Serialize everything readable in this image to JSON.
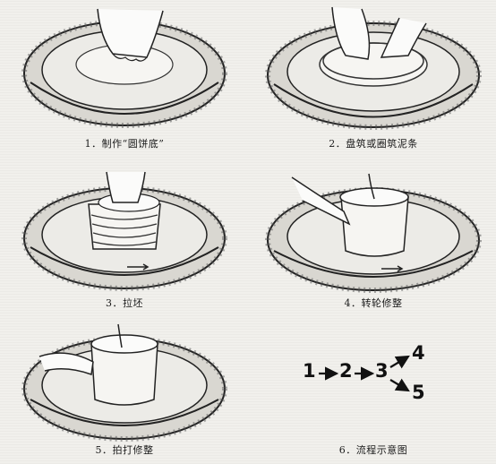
{
  "panels": [
    {
      "caption": "1．制作“圆饼底”"
    },
    {
      "caption": "2．盘筑或圈筑泥条"
    },
    {
      "caption": "3．拉坯"
    },
    {
      "caption": "4．转轮修整"
    },
    {
      "caption": "5．拍打修整"
    },
    {
      "caption": "6．流程示意图"
    }
  ],
  "flow": {
    "nodes": [
      "1",
      "2",
      "3",
      "4",
      "5"
    ]
  }
}
